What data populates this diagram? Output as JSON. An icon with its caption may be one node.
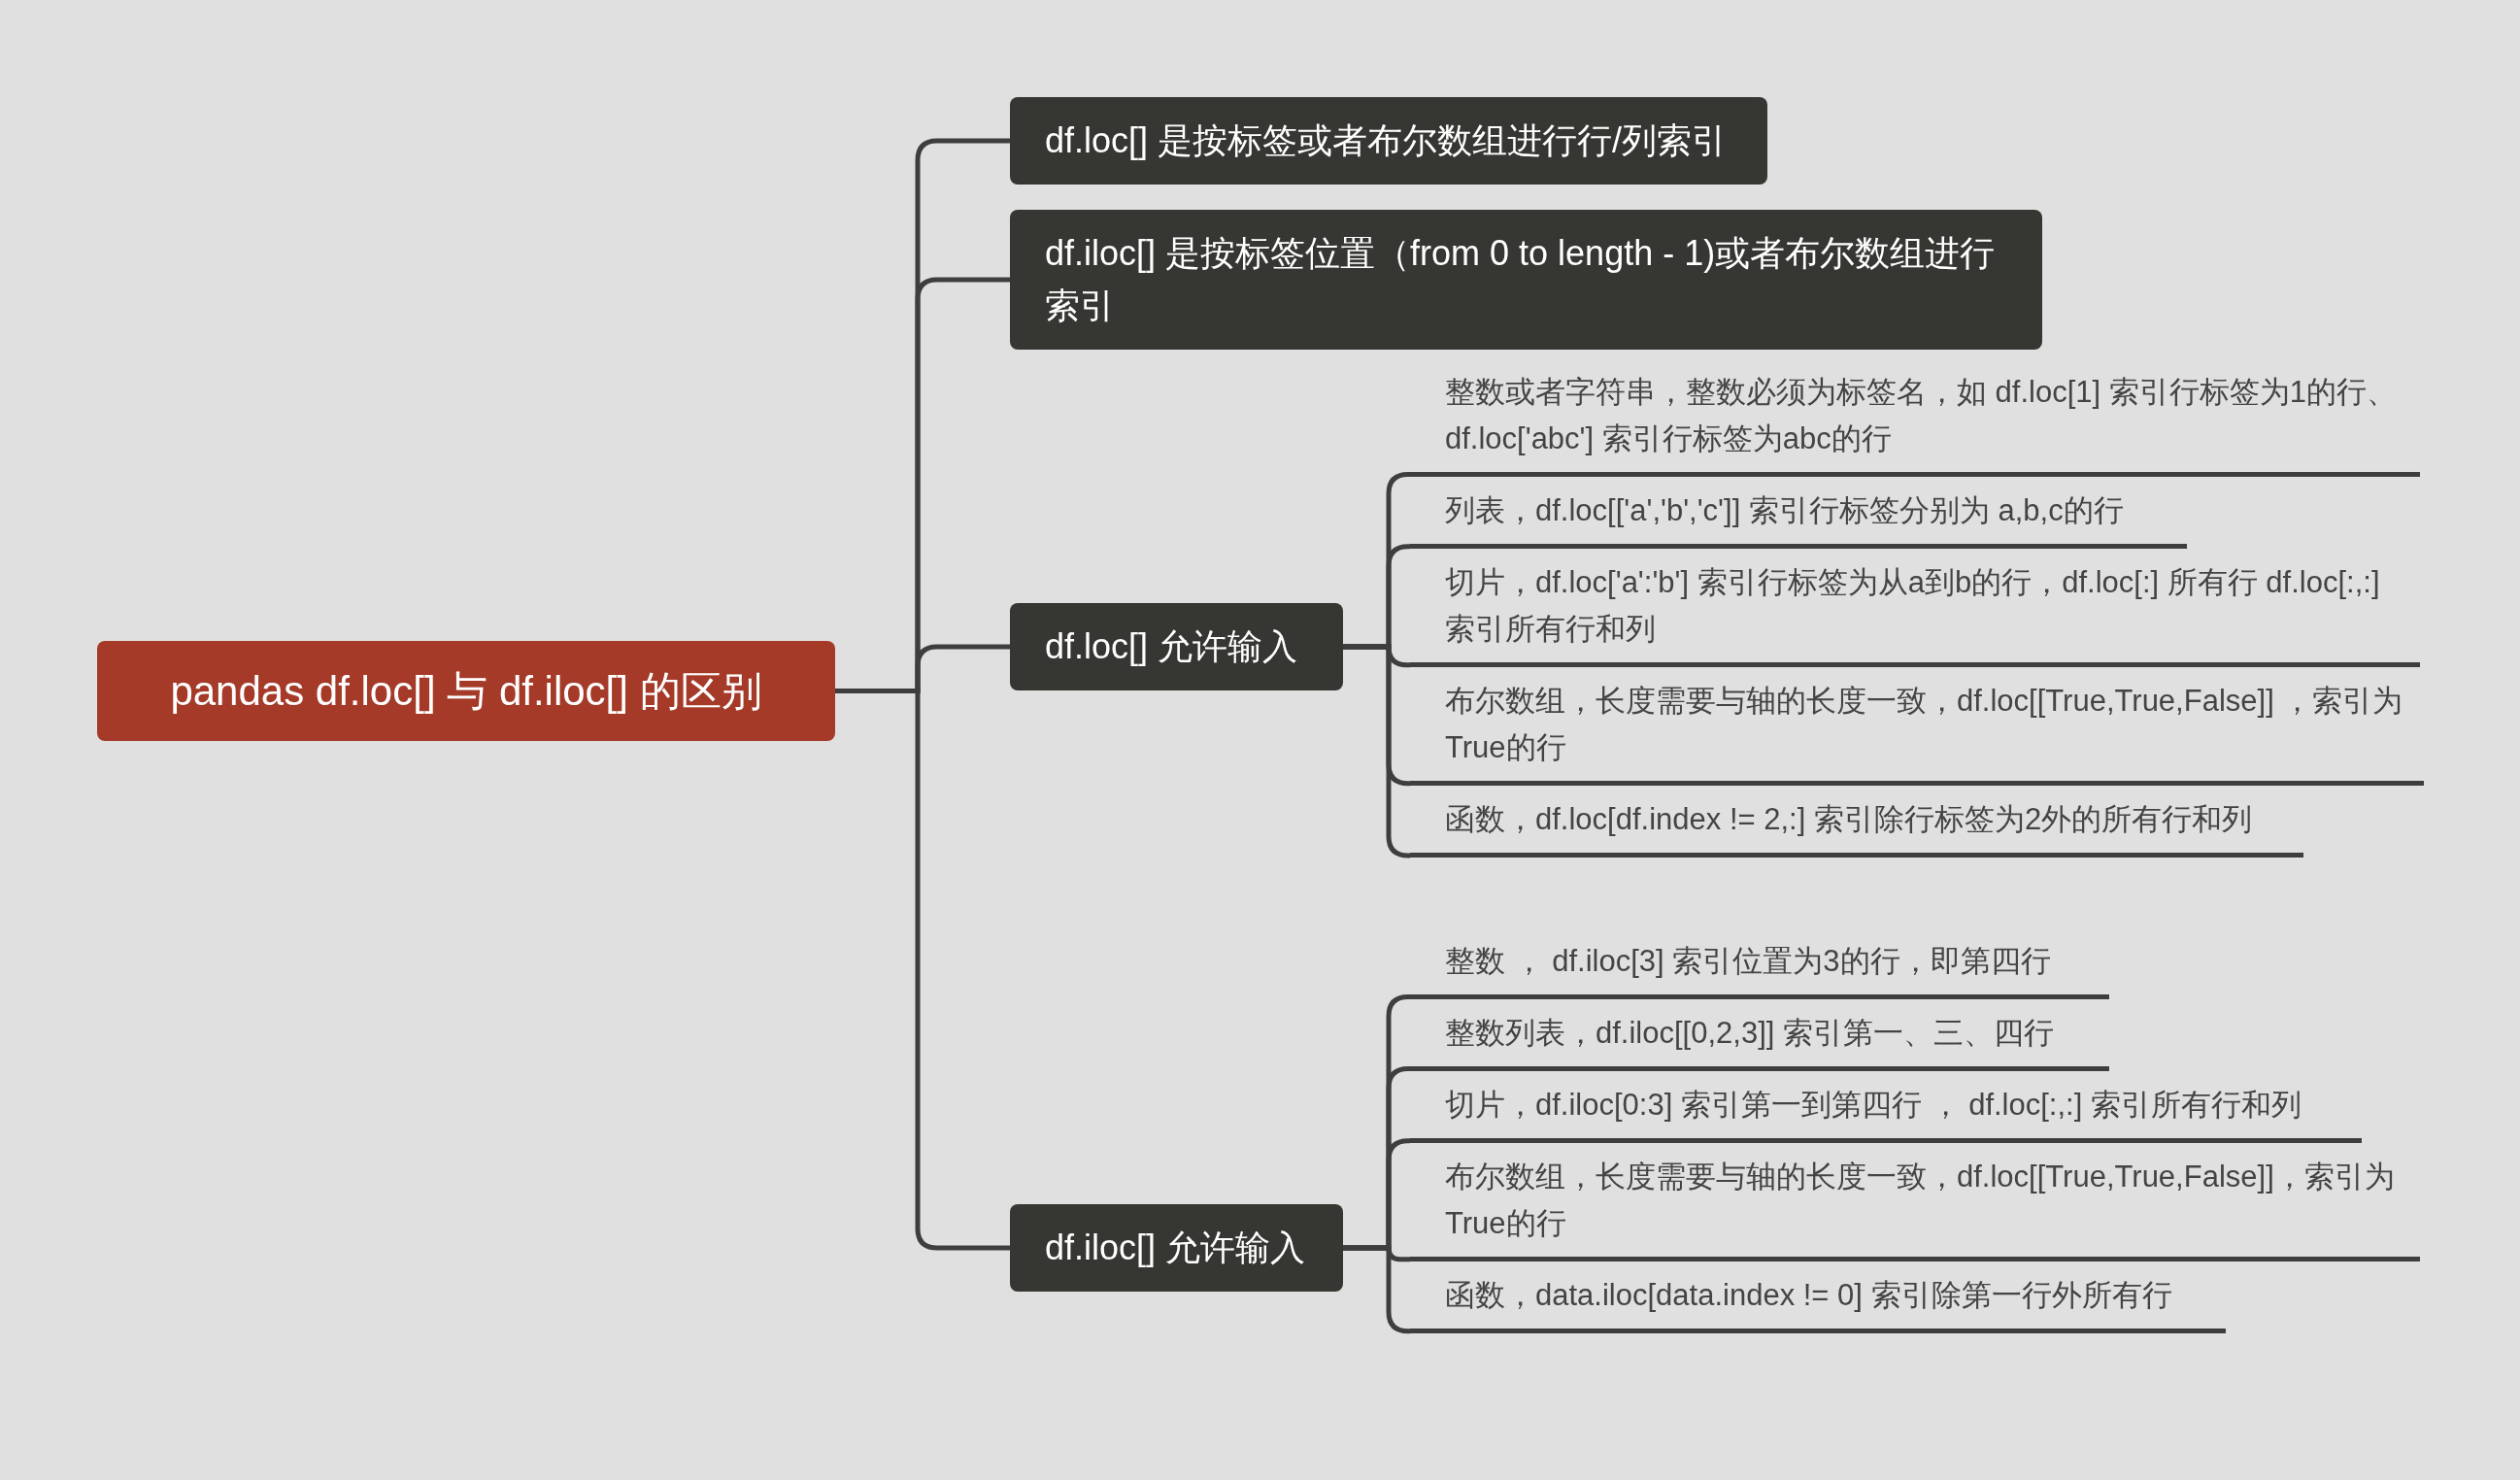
{
  "diagram": {
    "nodes": [
      {
        "text": [
          "pandas df.loc[] 与 df.iloc[] 的区别"
        ]
      },
      {
        "text": [
          "df.loc[] 是按标签或者布尔数组进行行/列索引"
        ]
      },
      {
        "text": [
          "df.iloc[] 是按标签位置（from 0 to length - 1)或者布尔数组进行索引"
        ]
      },
      {
        "text": [
          "df.loc[]  允许输入"
        ]
      },
      {
        "text": [
          "df.iloc[] 允许输入"
        ]
      },
      {
        "text": [
          "整数或者字符串，整数必须为标签名，如 df.loc[1] 索引行标签为1的行、df.loc['abc'] 索引行标签为abc的行"
        ]
      },
      {
        "text": [
          "列表，df.loc[['a','b','c']] 索引行标签分别为 a,b,c的行"
        ]
      },
      {
        "text": [
          "切片，df.loc['a':'b'] 索引行标签为从a到b的行，df.loc[:] 所有行 df.loc[:,:] 索引所有行和列"
        ]
      },
      {
        "text": [
          "布尔数组，长度需要与轴的长度一致，df.loc[[True,True,False]] ，索引为True的行"
        ]
      },
      {
        "text": [
          "函数，df.loc[df.index != 2,:] 索引除行标签为2外的所有行和列"
        ]
      },
      {
        "text": [
          "整数 ， df.iloc[3] 索引位置为3的行，即第四行"
        ]
      },
      {
        "text": [
          "整数列表，df.iloc[[0,2,3]] 索引第一、三、四行"
        ]
      },
      {
        "text": [
          "切片，df.iloc[0:3] 索引第一到第四行 ， df.loc[:,:] 索引所有行和列"
        ]
      },
      {
        "text": [
          "布尔数组，长度需要与轴的长度一致，df.loc[[True,True,False]]，索引为True的行"
        ]
      },
      {
        "text": [
          "函数，data.iloc[data.index != 0]  索引除第一行外所有行"
        ]
      }
    ],
    "edges": [
      {
        "from": 0,
        "to": 1,
        "arrow": "none"
      },
      {
        "from": 0,
        "to": 2,
        "arrow": "none"
      },
      {
        "from": 0,
        "to": 3,
        "arrow": "none"
      },
      {
        "from": 0,
        "to": 4,
        "arrow": "none"
      },
      {
        "from": 3,
        "to": 5,
        "arrow": "none"
      },
      {
        "from": 3,
        "to": 6,
        "arrow": "none"
      },
      {
        "from": 3,
        "to": 7,
        "arrow": "none"
      },
      {
        "from": 3,
        "to": 8,
        "arrow": "none"
      },
      {
        "from": 3,
        "to": 9,
        "arrow": "none"
      },
      {
        "from": 4,
        "to": 10,
        "arrow": "none"
      },
      {
        "from": 4,
        "to": 11,
        "arrow": "none"
      },
      {
        "from": 4,
        "to": 12,
        "arrow": "none"
      },
      {
        "from": 4,
        "to": 13,
        "arrow": "none"
      },
      {
        "from": 4,
        "to": 14,
        "arrow": "none"
      }
    ]
  }
}
